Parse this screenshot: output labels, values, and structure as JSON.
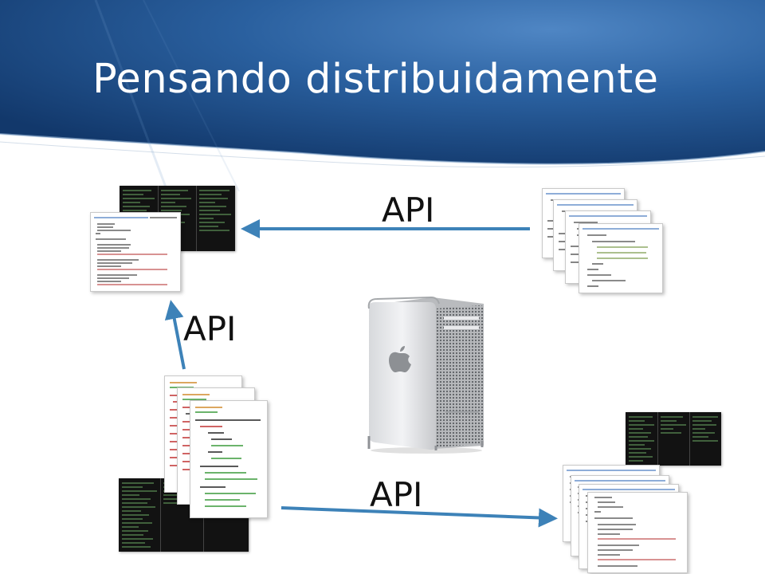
{
  "slide": {
    "title": "Pensando distribuidamente",
    "api_labels": [
      "API",
      "API",
      "API"
    ]
  },
  "icons": {
    "server": "mac-pro-server-icon",
    "apple": "apple-logo-icon"
  },
  "colors": {
    "header_blue": "#1c4f8c",
    "arrow_blue": "#3d82b8"
  }
}
